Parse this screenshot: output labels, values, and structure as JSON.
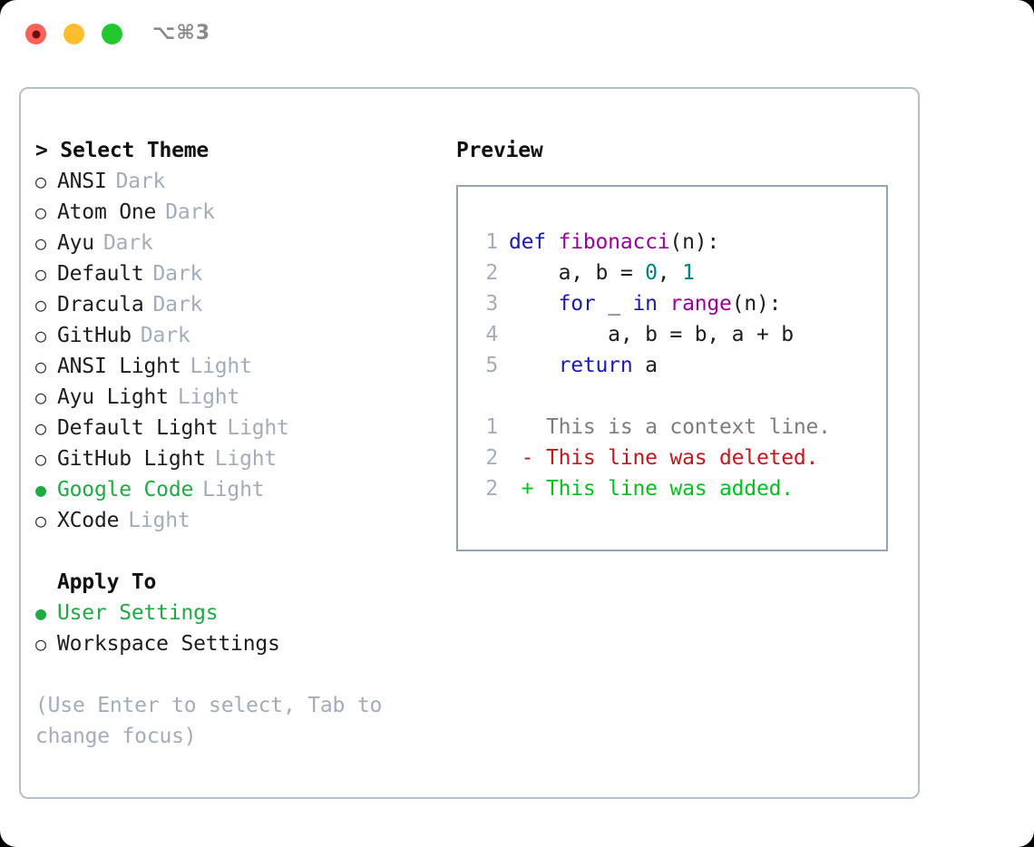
{
  "window": {
    "shortcut": "⌥⌘3",
    "traffic_lights": [
      {
        "name": "close",
        "color": "#ff6159"
      },
      {
        "name": "minimize",
        "color": "#ffbd2e"
      },
      {
        "name": "maximize",
        "color": "#24c82e"
      }
    ]
  },
  "colors": {
    "accent_green": "#1faa44",
    "muted": "#a3adba",
    "border": "#b6bfcc",
    "preview_border": "#97a2b3",
    "keyword": "#1a1ab3",
    "function": "#990099",
    "number": "#00807f",
    "diff_context": "#7d7d7d",
    "diff_deleted": "#c4161c",
    "diff_added": "#00c21c"
  },
  "theme_panel": {
    "header": "> Select Theme",
    "bullet_unselected": "○",
    "bullet_selected": "●",
    "items": [
      {
        "label": "ANSI",
        "tag": "Dark",
        "selected": false
      },
      {
        "label": "Atom One",
        "tag": "Dark",
        "selected": false
      },
      {
        "label": "Ayu",
        "tag": "Dark",
        "selected": false
      },
      {
        "label": "Default",
        "tag": "Dark",
        "selected": false
      },
      {
        "label": "Dracula",
        "tag": "Dark",
        "selected": false
      },
      {
        "label": "GitHub",
        "tag": "Dark",
        "selected": false
      },
      {
        "label": "ANSI Light",
        "tag": "Light",
        "selected": false
      },
      {
        "label": "Ayu Light",
        "tag": "Light",
        "selected": false
      },
      {
        "label": "Default Light",
        "tag": "Light",
        "selected": false
      },
      {
        "label": "GitHub Light",
        "tag": "Light",
        "selected": false
      },
      {
        "label": "Google Code",
        "tag": "Light",
        "selected": true
      },
      {
        "label": "XCode",
        "tag": "Light",
        "selected": false
      }
    ]
  },
  "apply_to": {
    "header": "Apply To",
    "items": [
      {
        "label": "User Settings",
        "selected": true
      },
      {
        "label": "Workspace Settings",
        "selected": false
      }
    ]
  },
  "hint": "(Use Enter to select, Tab to change focus)",
  "preview": {
    "title": "Preview",
    "code_lines": [
      {
        "lineno": "1",
        "tokens": [
          {
            "text": "def ",
            "kind": "kw"
          },
          {
            "text": "fibonacci",
            "kind": "fn"
          },
          {
            "text": "(n):",
            "kind": "pl"
          }
        ]
      },
      {
        "lineno": "2",
        "tokens": [
          {
            "text": "    a, b = ",
            "kind": "pl"
          },
          {
            "text": "0",
            "kind": "num"
          },
          {
            "text": ", ",
            "kind": "pl"
          },
          {
            "text": "1",
            "kind": "num"
          }
        ]
      },
      {
        "lineno": "3",
        "tokens": [
          {
            "text": "    ",
            "kind": "pl"
          },
          {
            "text": "for",
            "kind": "kw"
          },
          {
            "text": " _ ",
            "kind": "pl"
          },
          {
            "text": "in",
            "kind": "kw"
          },
          {
            "text": " ",
            "kind": "pl"
          },
          {
            "text": "range",
            "kind": "fn"
          },
          {
            "text": "(n):",
            "kind": "pl"
          }
        ]
      },
      {
        "lineno": "4",
        "tokens": [
          {
            "text": "        a, b = b, a + b",
            "kind": "pl"
          }
        ]
      },
      {
        "lineno": "5",
        "tokens": [
          {
            "text": "    ",
            "kind": "pl"
          },
          {
            "text": "return",
            "kind": "kw"
          },
          {
            "text": " a",
            "kind": "pl"
          }
        ]
      }
    ],
    "diff_lines": [
      {
        "lineno": "1",
        "marker": " ",
        "text": " This is a context line.",
        "kind": "ctx"
      },
      {
        "lineno": "2",
        "marker": "-",
        "text": " This line was deleted.",
        "kind": "del"
      },
      {
        "lineno": "2",
        "marker": "+",
        "text": " This line was added.",
        "kind": "add"
      }
    ]
  }
}
